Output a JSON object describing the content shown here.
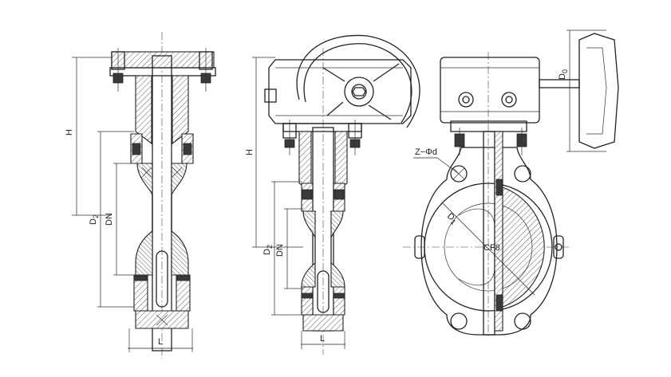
{
  "views": {
    "front": {
      "labels": {
        "height": "H",
        "d2": "D",
        "d2_sub": "2",
        "dn": "DN",
        "length": "L"
      }
    },
    "gear": {
      "labels": {
        "height": "H",
        "d2": "D",
        "d2_sub": "2",
        "dn": "DN",
        "length": "L"
      }
    },
    "side": {
      "labels": {
        "d0": "D",
        "d0_sub": "0",
        "bolt_holes": "Z−Φd",
        "d1": "D",
        "d1_sub": "1",
        "material": "CF8"
      }
    }
  }
}
